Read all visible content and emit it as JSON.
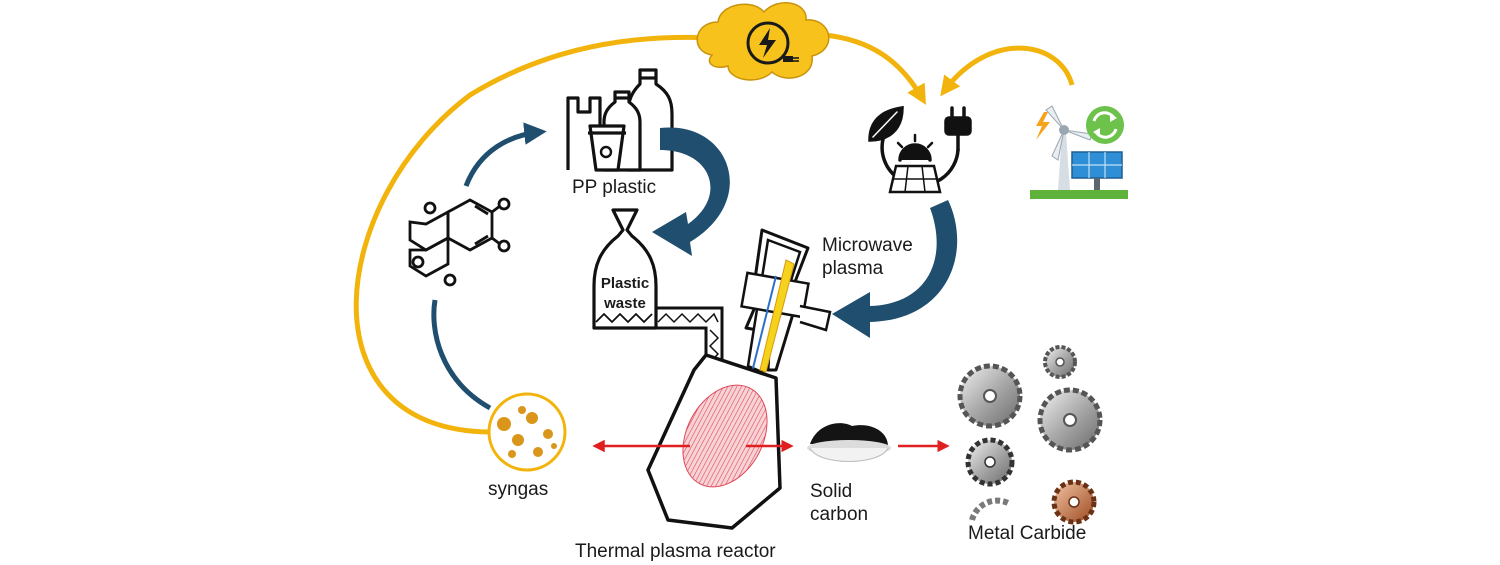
{
  "labels": {
    "pp_plastic": "PP plastic",
    "plastic_waste_line1": "Plastic",
    "plastic_waste_line2": "waste",
    "microwave_line1": "Microwave",
    "microwave_line2": "plasma",
    "syngas": "syngas",
    "solid_carbon_line1": "Solid",
    "solid_carbon_line2": "carbon",
    "reactor": "Thermal plasma reactor",
    "metal_carbide": "Metal Carbide"
  },
  "colors": {
    "energy_flow": "#f2b40c",
    "process_flow": "#1f4e6e",
    "product_flow": "#e02020",
    "outline": "#111111",
    "cloud": "#f8c21c",
    "syngas_particles": "#d9961a",
    "plasma_flame": "#f5d31c",
    "plasma_zone": "#e04a5a"
  },
  "icons": [
    "lightning-plug-icon",
    "renewable-plug-icon",
    "wind-solar-icon",
    "plastic-bottles-icon",
    "aromatic-molecule-icon",
    "waste-bag-icon",
    "syngas-particles-icon",
    "carbon-powder-icon",
    "saw-blades-icon"
  ]
}
